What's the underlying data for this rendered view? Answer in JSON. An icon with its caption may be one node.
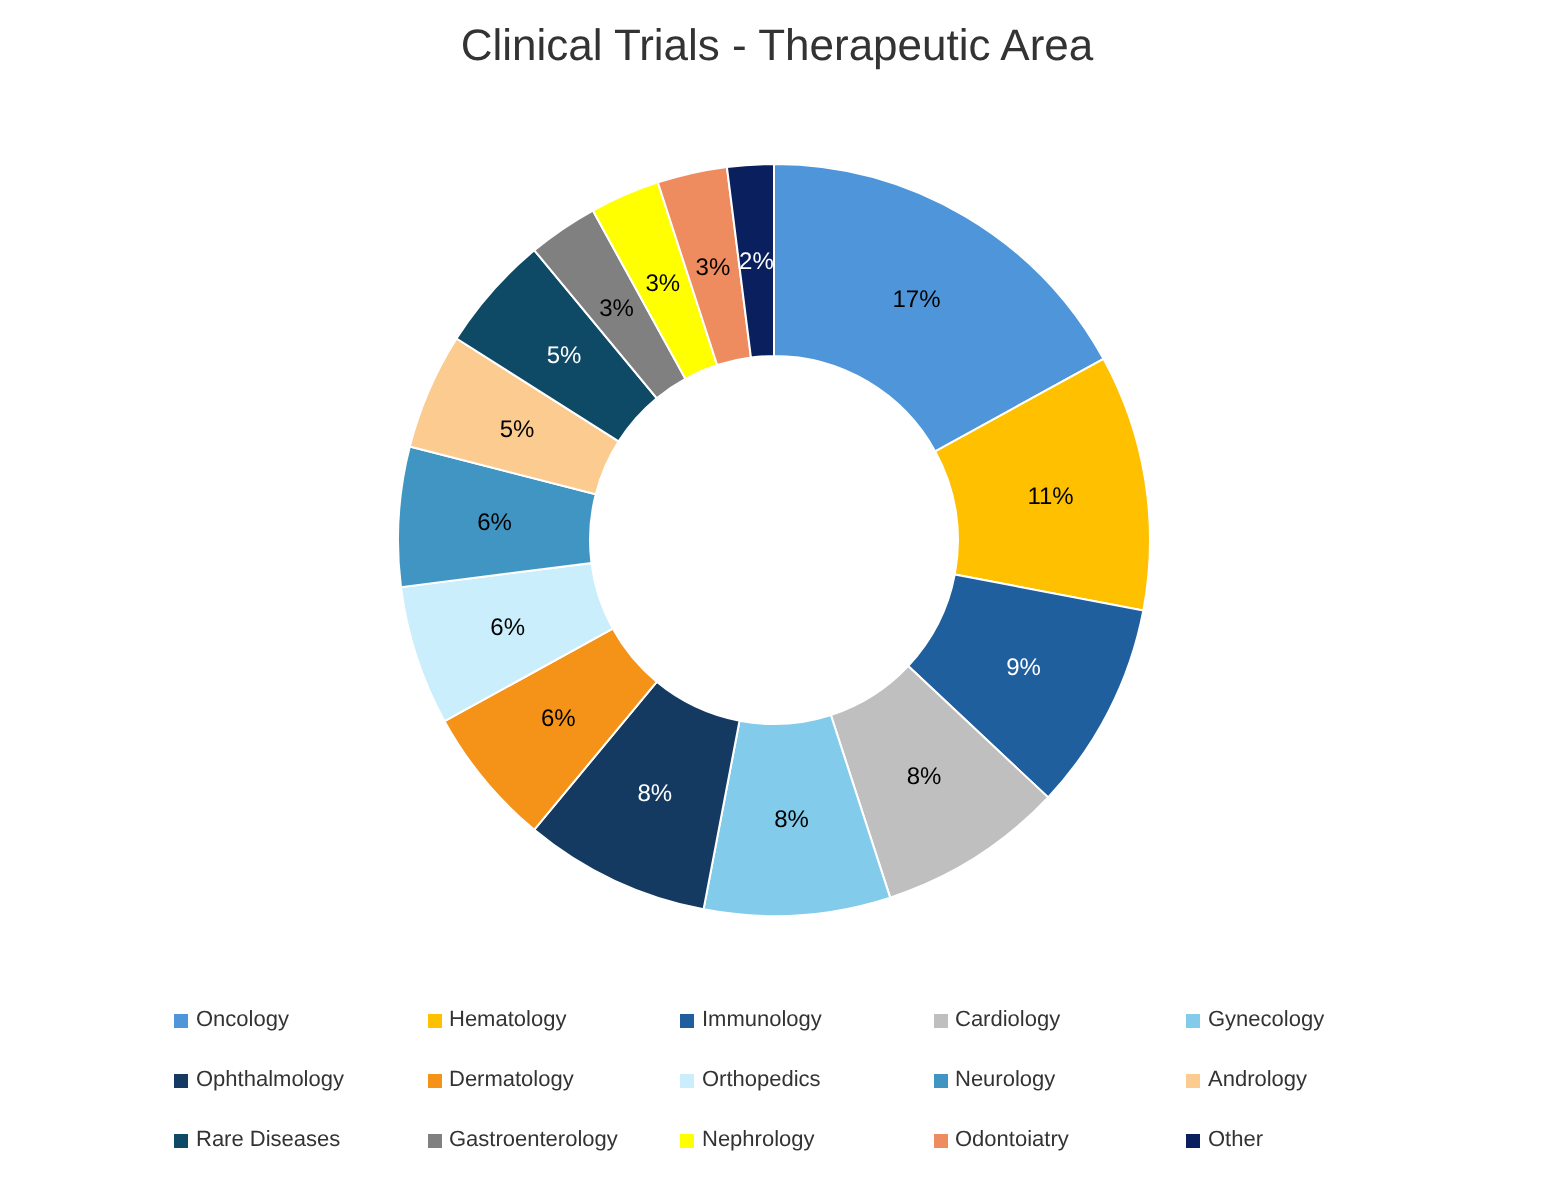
{
  "diagram": {
    "title": "Clinical Trials - Therapeutic Area",
    "legend": [
      {
        "text": "Oncology",
        "color": "#4e95d9"
      },
      {
        "text": "Hematology",
        "color": "#ffc000"
      },
      {
        "text": "Immunology",
        "color": "#1f5f9e"
      },
      {
        "text": "Cardiology",
        "color": "#bfbfbf"
      },
      {
        "text": "Gynecology",
        "color": "#83cbeb"
      },
      {
        "text": "Ophthalmology",
        "color": "#153a62"
      },
      {
        "text": "Dermatology",
        "color": "#f59218"
      },
      {
        "text": "Orthopedics",
        "color": "#caeefb"
      },
      {
        "text": "Neurology",
        "color": "#4095c2"
      },
      {
        "text": "Andrology",
        "color": "#fbcb90"
      },
      {
        "text": "Rare Diseases",
        "color": "#0e4a66"
      },
      {
        "text": "Gastroenterology",
        "color": "#808080"
      },
      {
        "text": "Nephrology",
        "color": "#ffff00"
      },
      {
        "text": "Odontoiatry",
        "color": "#ee8c5f"
      },
      {
        "text": "Other",
        "color": "#0a1f5e"
      }
    ],
    "chart_data": {
      "type": "donut",
      "values": [
        17,
        11,
        9,
        8,
        8,
        8,
        6,
        6,
        6,
        5,
        5,
        3,
        3,
        3,
        2
      ],
      "value_labels": [
        "17%",
        "11%",
        "9%",
        "8%",
        "8%",
        "8%",
        "6%",
        "6%",
        "6%",
        "5%",
        "5%",
        "3%",
        "3%",
        "3%",
        "2%"
      ]
    }
  }
}
